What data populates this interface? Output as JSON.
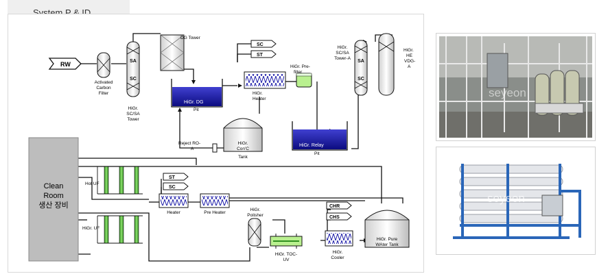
{
  "tab": {
    "label": "System P & ID"
  },
  "diagram": {
    "labels": {
      "rw": "RW",
      "carbon_filter": [
        "Activated",
        "Carbon",
        "Filter"
      ],
      "sc_sa_tower": [
        "HiGr.",
        "SC/SA",
        "Tower"
      ],
      "tower_sa": "SA",
      "tower_sc": "SC",
      "dg_tower": "DG Tower",
      "dg_pit": "HiGr. DG",
      "dg_pit_suffix": "Pit",
      "sc_tag": "SC",
      "st_tag": "ST",
      "heater_top": [
        "HiGr.",
        "Heater"
      ],
      "pre_filter": [
        "HiGr. Pre-",
        "filter"
      ],
      "tower_a": [
        "HiGr.",
        "SC/SA",
        "Tower-A"
      ],
      "tower_a_sa": "SA",
      "tower_a_sc": "SC",
      "he_vdg": [
        "HiGr.",
        "HE",
        "VDG-",
        "A"
      ],
      "conc_tank": [
        "HiGr.",
        "Con'C",
        "Tank"
      ],
      "reject_ro": [
        "Reject RO-",
        "A"
      ],
      "relay_pit": "HiGr. Relay",
      "relay_pit_suffix": "Pit",
      "clean_room": [
        "Clean",
        "Room",
        "생산 장비"
      ],
      "hot_uf": "Hot UF",
      "higr_uf": "HiGr. UF",
      "st_tag2": "ST",
      "sc_tag2": "SC",
      "heater": "Heater",
      "pre_heater": "Pre Heater",
      "polisher": [
        "HiGr.",
        "Polisher"
      ],
      "toc_uv": [
        "HiGr. TOC-",
        "UV"
      ],
      "chr_tag": "CHR",
      "chs_tag": "CHS",
      "cooler": [
        "HiGr.",
        "Cooler"
      ],
      "pure_tank": [
        "HiGr. Pure",
        "WAter Tank"
      ]
    }
  },
  "photos": {
    "watermark_top": "seyeon",
    "watermark_bottom": "seyeon"
  },
  "colors": {
    "water": "#1a1aa8",
    "uf_green": "#55c03a",
    "line": "#111111",
    "clean_room": "#bdbdbd"
  }
}
